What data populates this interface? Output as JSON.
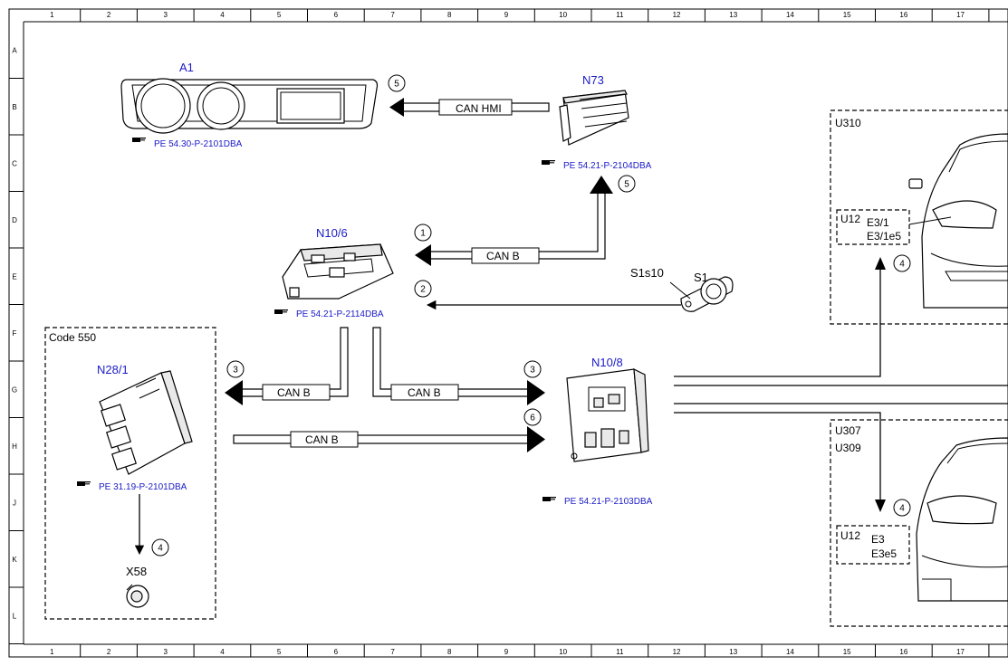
{
  "ruler": {
    "columns": [
      "1",
      "2",
      "3",
      "4",
      "5",
      "6",
      "7",
      "8",
      "9",
      "10",
      "11",
      "12",
      "13",
      "14",
      "15",
      "16",
      "17"
    ],
    "rows": [
      "A",
      "B",
      "C",
      "D",
      "E",
      "F",
      "G",
      "H",
      "J",
      "K",
      "L"
    ]
  },
  "components": {
    "a1": {
      "label": "A1",
      "ref": "PE 54.30-P-2101DBA"
    },
    "n73": {
      "label": "N73",
      "ref": "PE 54.21-P-2104DBA"
    },
    "n10_6": {
      "label": "N10/6",
      "ref": "PE 54.21-P-2114DBA"
    },
    "n10_8": {
      "label": "N10/8",
      "ref": "PE 54.21-P-2103DBA"
    },
    "n28_1": {
      "label": "N28/1",
      "ref": "PE 31.19-P-2101DBA"
    },
    "s1": {
      "label": "S1",
      "sub": "S1s10"
    },
    "x58": {
      "label": "X58"
    }
  },
  "buses": {
    "can_hmi": "CAN HMI",
    "can_b": "CAN B"
  },
  "steps": {
    "s1": "1",
    "s2": "2",
    "s3": "3",
    "s4": "4",
    "s5": "5",
    "s6": "6"
  },
  "boxes": {
    "code550": "Code 550",
    "u310": "U310",
    "u307": "U307",
    "u309": "U309",
    "u12": "U12",
    "u12_top_line1": "E3/1",
    "u12_top_line2": "E3/1e5",
    "u12_bot_line1": "E3",
    "u12_bot_line2": "E3e5"
  },
  "colors": {
    "component_label": "#1a1ac8",
    "reference_link": "#1a1ac8"
  }
}
